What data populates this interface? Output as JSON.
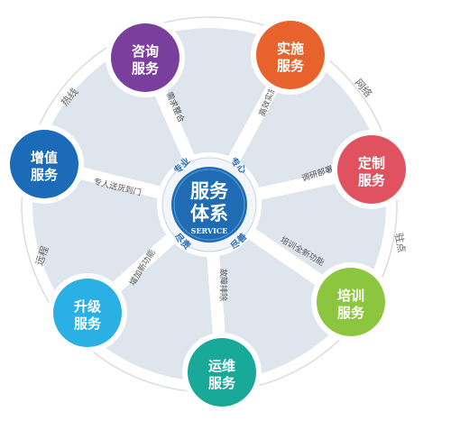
{
  "center": {
    "line1": "服务",
    "line2": "体系",
    "sub": "SERVICE",
    "color": "#1f6cb5"
  },
  "center_tags": [
    "专业",
    "专心",
    "尽责",
    "尽善"
  ],
  "nodes": [
    {
      "line1": "咨询",
      "line2": "服务",
      "color": "#7a3f9c",
      "icon": "purple-circle"
    },
    {
      "line1": "实施",
      "line2": "服务",
      "color": "#e8632b",
      "icon": "orange-circle"
    },
    {
      "line1": "定制",
      "line2": "服务",
      "color": "#e0525f",
      "icon": "red-circle"
    },
    {
      "line1": "培训",
      "line2": "服务",
      "color": "#8cc63f",
      "icon": "green-circle"
    },
    {
      "line1": "运维",
      "line2": "服务",
      "color": "#18a999",
      "icon": "teal-circle"
    },
    {
      "line1": "升级",
      "line2": "服务",
      "color": "#2ab0e4",
      "icon": "cyan-circle"
    },
    {
      "line1": "增值",
      "line2": "服务",
      "color": "#1b6bb8",
      "icon": "blue-circle"
    }
  ],
  "spoke_labels": [
    "需求整合",
    "高效实施",
    "调研部署",
    "培训全新功能",
    "故障排除",
    "增加新功能",
    "专人送货到门"
  ],
  "ring_labels": [
    "热线",
    "网络",
    "驻点",
    "远程"
  ]
}
